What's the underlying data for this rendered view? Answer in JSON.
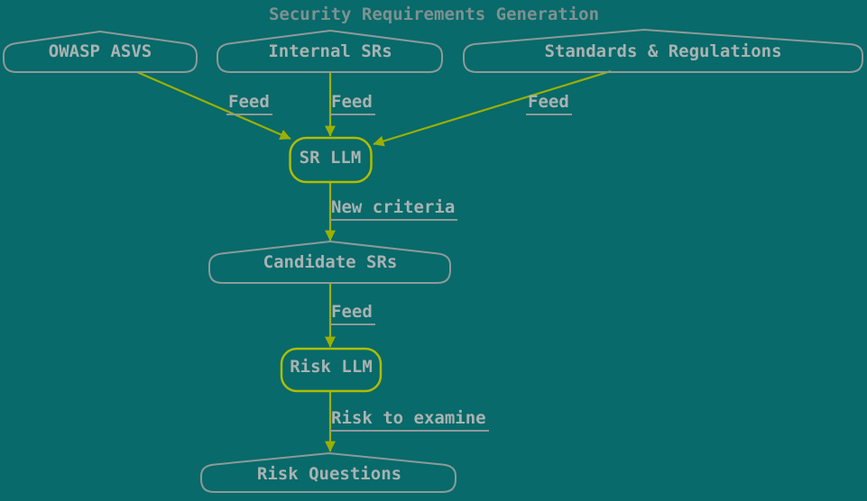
{
  "title": "Security Requirements Generation",
  "nodes": [
    {
      "id": "owasp-asvs",
      "label": "OWASP ASVS",
      "shape": "peaked",
      "role": "source"
    },
    {
      "id": "internal-srs",
      "label": "Internal SRs",
      "shape": "peaked",
      "role": "source"
    },
    {
      "id": "standards-regulations",
      "label": "Standards & Regulations",
      "shape": "peaked",
      "role": "source"
    },
    {
      "id": "sr-llm",
      "label": "SR LLM",
      "shape": "rounded-rect",
      "role": "llm"
    },
    {
      "id": "candidate-srs",
      "label": "Candidate SRs",
      "shape": "peaked",
      "role": "artifact"
    },
    {
      "id": "risk-llm",
      "label": "Risk LLM",
      "shape": "rounded-rect",
      "role": "llm"
    },
    {
      "id": "risk-questions",
      "label": "Risk Questions",
      "shape": "peaked",
      "role": "artifact"
    }
  ],
  "edges": [
    {
      "from": "OWASP ASVS",
      "to": "SR LLM",
      "label": "Feed"
    },
    {
      "from": "Internal SRs",
      "to": "SR LLM",
      "label": "Feed"
    },
    {
      "from": "Standards & Regulations",
      "to": "SR LLM",
      "label": "Feed"
    },
    {
      "from": "SR LLM",
      "to": "Candidate SRs",
      "label": "New criteria"
    },
    {
      "from": "Candidate SRs",
      "to": "Risk LLM",
      "label": "Feed"
    },
    {
      "from": "Risk LLM",
      "to": "Risk Questions",
      "label": "Risk to examine"
    }
  ],
  "colors": {
    "background": "#086a6a",
    "node_border": "#8e9999",
    "node_text": "#aab2b2",
    "title_text": "#7f9191",
    "edge_line": "#9cb000",
    "llm_border": "#b0bc00"
  }
}
